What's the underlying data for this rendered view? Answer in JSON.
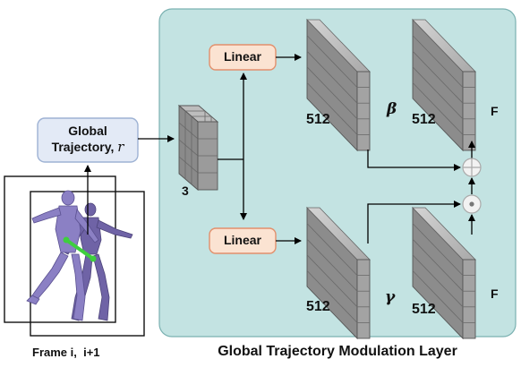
{
  "diagram": {
    "global_box": {
      "line1": "Global",
      "line2": "Trajectory,",
      "symbol": "r"
    },
    "linear_top": "Linear",
    "linear_bottom": "Linear",
    "input_dim": "3",
    "block_labels": {
      "beta_dim": "512",
      "beta_symbol": "β",
      "f_top_dim": "512",
      "f_top_symbol": "F",
      "gamma_dim": "512",
      "gamma_symbol": "γ",
      "f_bottom_dim": "512",
      "f_bottom_symbol": "F"
    },
    "ops": {
      "add": "add-op",
      "multiply": "multiply-op"
    },
    "frame_caption": "Frame i,  i+1",
    "panel_title": "Global Trajectory Modulation Layer",
    "colors": {
      "panel_fill": "#c3e3e2",
      "panel_stroke": "#7ab1b1",
      "linear_fill": "#fbe3d2",
      "linear_stroke": "#e2906c",
      "global_fill": "#e3eaf6",
      "global_stroke": "#9eb2d4",
      "block_front": "#8e8e8e",
      "block_top": "#c7c7c7",
      "block_side": "#6f6f6f",
      "figure": "#7e72b5",
      "trajectory": "#3ecf3e"
    }
  }
}
